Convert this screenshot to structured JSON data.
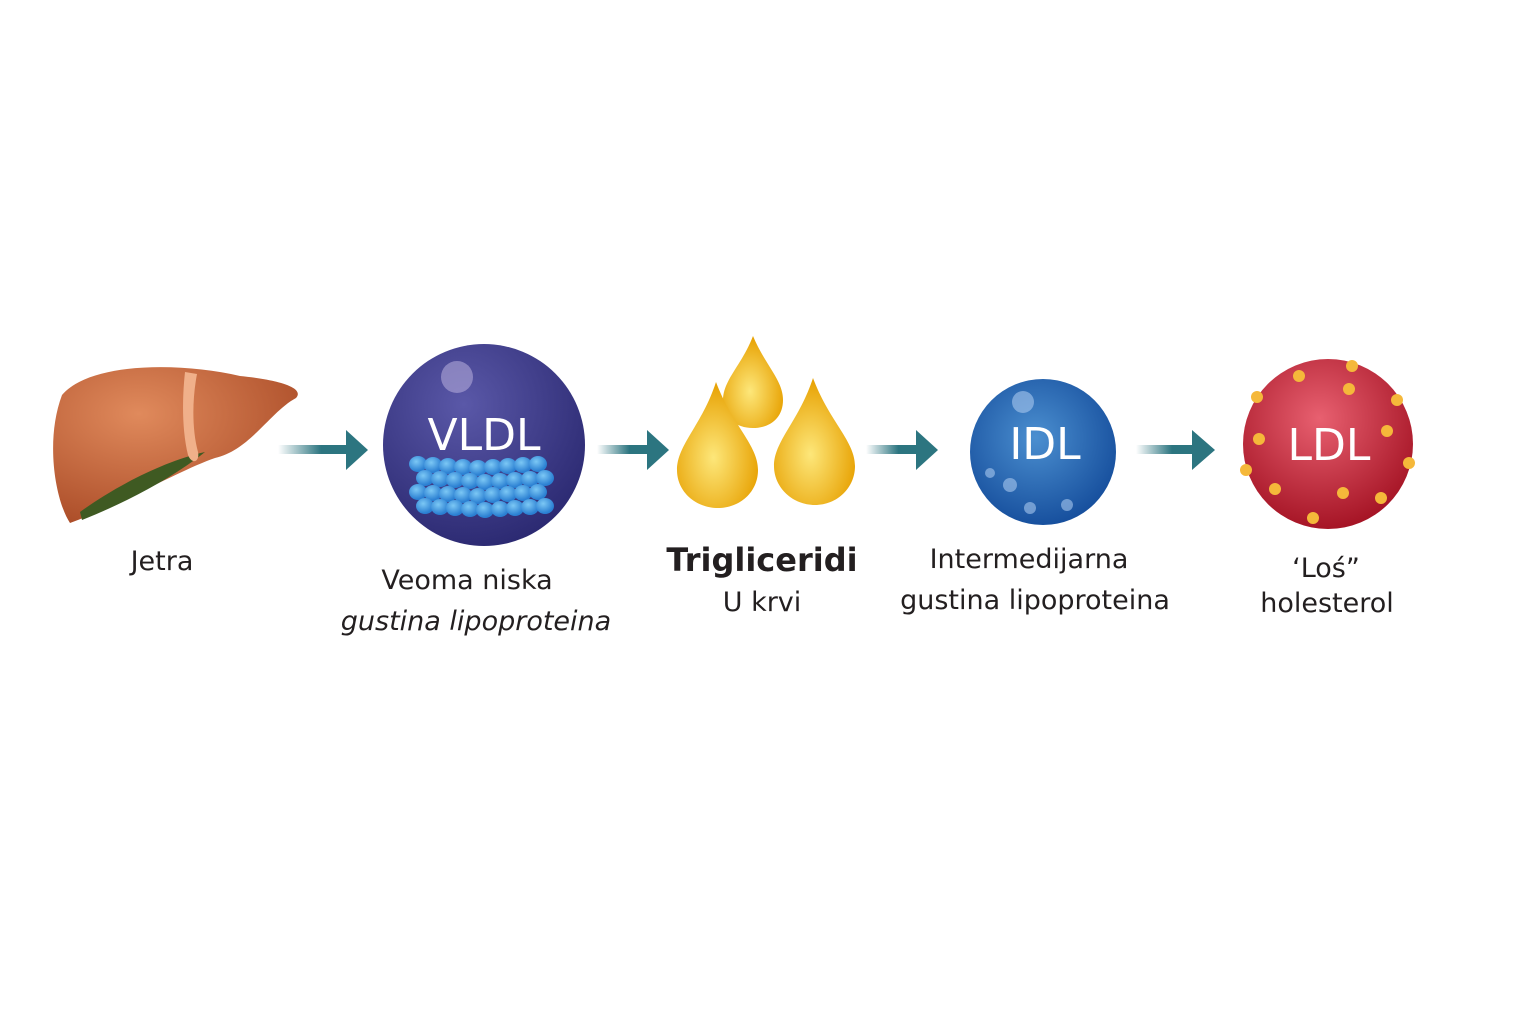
{
  "title": "Lipoprotein pathway",
  "steps": [
    {
      "id": "liver",
      "label": "Jetra"
    },
    {
      "id": "vldl",
      "badge": "VLDL",
      "line1": "Veoma niska",
      "line2": "gustina lipoproteina"
    },
    {
      "id": "triglycerides",
      "line1": "Trigliceridi",
      "line2": "U krvi"
    },
    {
      "id": "idl",
      "badge": "IDL",
      "line1": "Intermedijarna",
      "line2": "gustina lipoproteina"
    },
    {
      "id": "ldl",
      "badge": "LDL",
      "line1": "‘Loś”",
      "line2": "holesterol"
    }
  ],
  "colors": {
    "arrow": "#2c7580",
    "liver": "#c8643a",
    "vldl": "#3c3a8a",
    "drop": "#f2b10c",
    "idl": "#1d5aa8",
    "ldl": "#b5162a",
    "dot": "#f5b83a"
  }
}
